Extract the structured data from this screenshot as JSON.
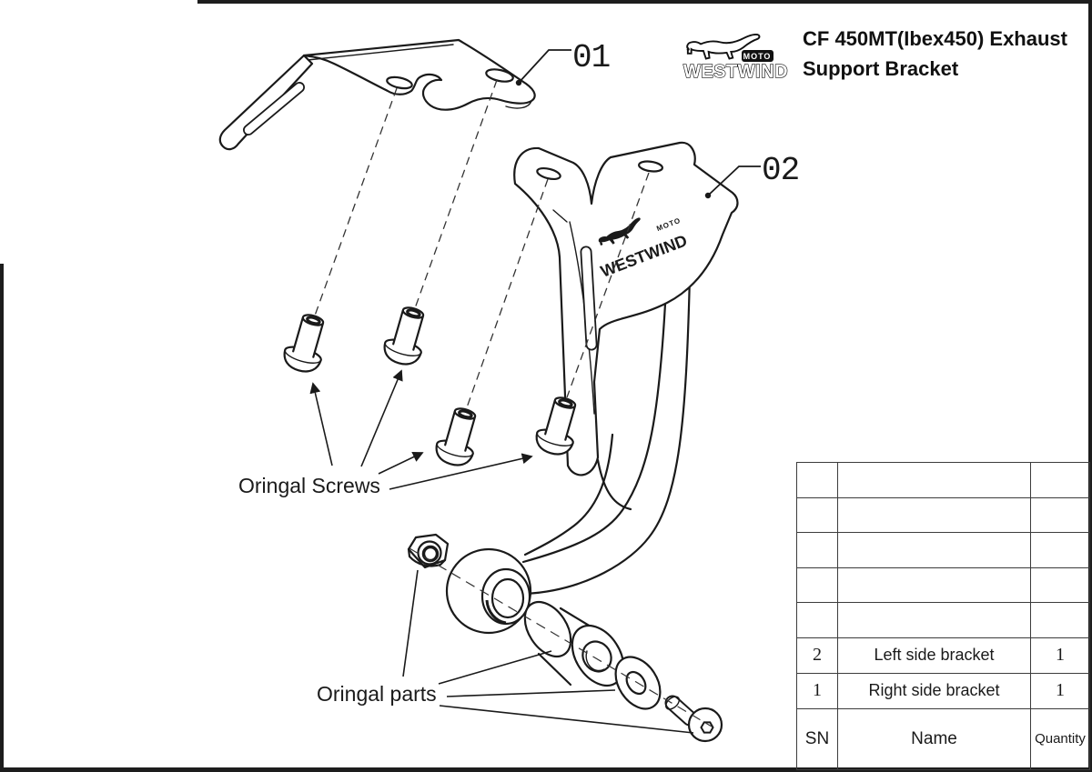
{
  "title": {
    "line1": "CF 450MT(Ibex450) Exhaust",
    "line2": "Support Bracket"
  },
  "brand": {
    "name": "WESTWIND",
    "sub": "MOTO"
  },
  "parts": {
    "bracket01": {
      "label": "01"
    },
    "bracket02": {
      "label": "02"
    }
  },
  "annotations": {
    "screws": "Oringal Screws",
    "parts": "Oringal parts"
  },
  "bom": {
    "header": {
      "sn": "SN",
      "name": "Name",
      "qty": "Quantity"
    },
    "empty_row_count": 5,
    "rows": [
      {
        "sn": "2",
        "name": "Left side bracket",
        "qty": "1"
      },
      {
        "sn": "1",
        "name": "Right side bracket",
        "qty": "1"
      }
    ]
  },
  "colors": {
    "ink": "#1a1a1a",
    "frame": "#1d1d1d",
    "background": "#ffffff",
    "table_line": "#3c3c3c"
  }
}
